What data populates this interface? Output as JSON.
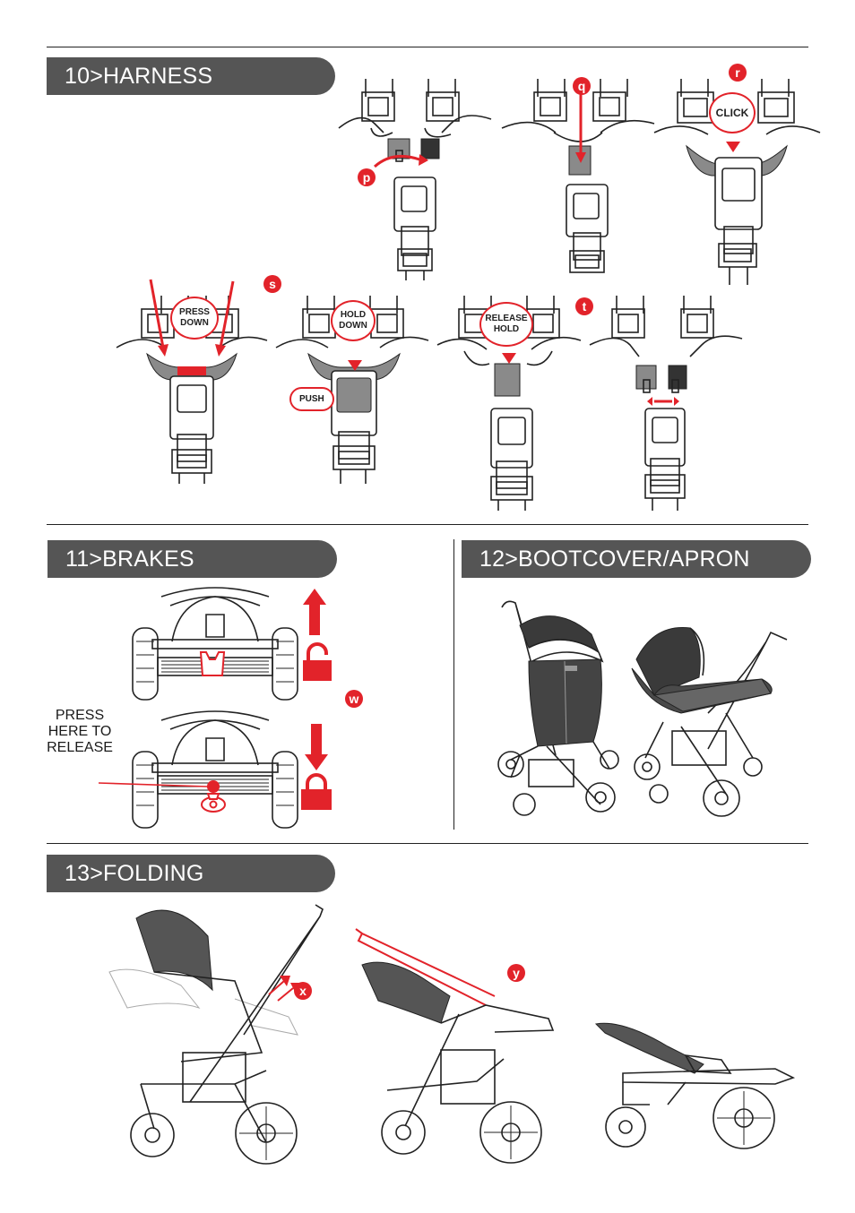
{
  "sections": {
    "harness": {
      "title": "10>HARNESS"
    },
    "brakes": {
      "title": "11>BRAKES"
    },
    "bootcover": {
      "title": "12>BOOTCOVER/APRON"
    },
    "folding": {
      "title": "13>FOLDING"
    }
  },
  "step_badges": {
    "p": "p",
    "q": "q",
    "r": "r",
    "s": "s",
    "t": "t",
    "w": "w",
    "x": "x",
    "y": "y"
  },
  "callouts": {
    "click": "CLICK",
    "press_down": "PRESS\nDOWN",
    "hold_down": "HOLD\nDOWN",
    "push": "PUSH",
    "release_hold": "RELEASE\nHOLD",
    "press_here_to_release": "PRESS\nHERE TO\nRELEASE"
  },
  "colors": {
    "accent": "#e2232a",
    "header_bg": "#555555",
    "buckle_gray": "#8a8a8a"
  },
  "icons": {
    "unlocked": "padlock-open-icon",
    "locked": "padlock-closed-icon",
    "up": "arrow-up-icon",
    "down": "arrow-down-icon"
  }
}
